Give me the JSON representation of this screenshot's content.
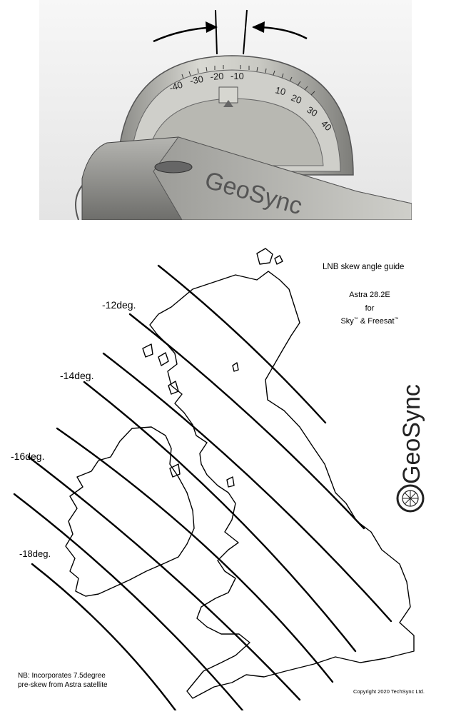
{
  "photo": {
    "dial_labels": [
      "-40",
      "-30",
      "-20",
      "-10",
      "10",
      "20",
      "30",
      "40"
    ],
    "brand_text": "GeoSync"
  },
  "guide": {
    "title": "LNB skew angle guide",
    "satellite": "Astra 28.2E",
    "for_text": "for",
    "services": "Sky™ & Freesat™",
    "services_parts": [
      "Sky",
      "™",
      " & Freesat",
      "™"
    ]
  },
  "angles": [
    "-12deg.",
    "-14deg.",
    "-16deg.",
    "-18deg."
  ],
  "brand": {
    "name": "GeoSync",
    "logo_icon": "geosync-globe-icon"
  },
  "note": {
    "line1": "NB: Incorporates 7.5degree",
    "line2": "pre-skew from Astra satellite"
  },
  "copyright": "Copyright 2020 TechSync Ltd."
}
